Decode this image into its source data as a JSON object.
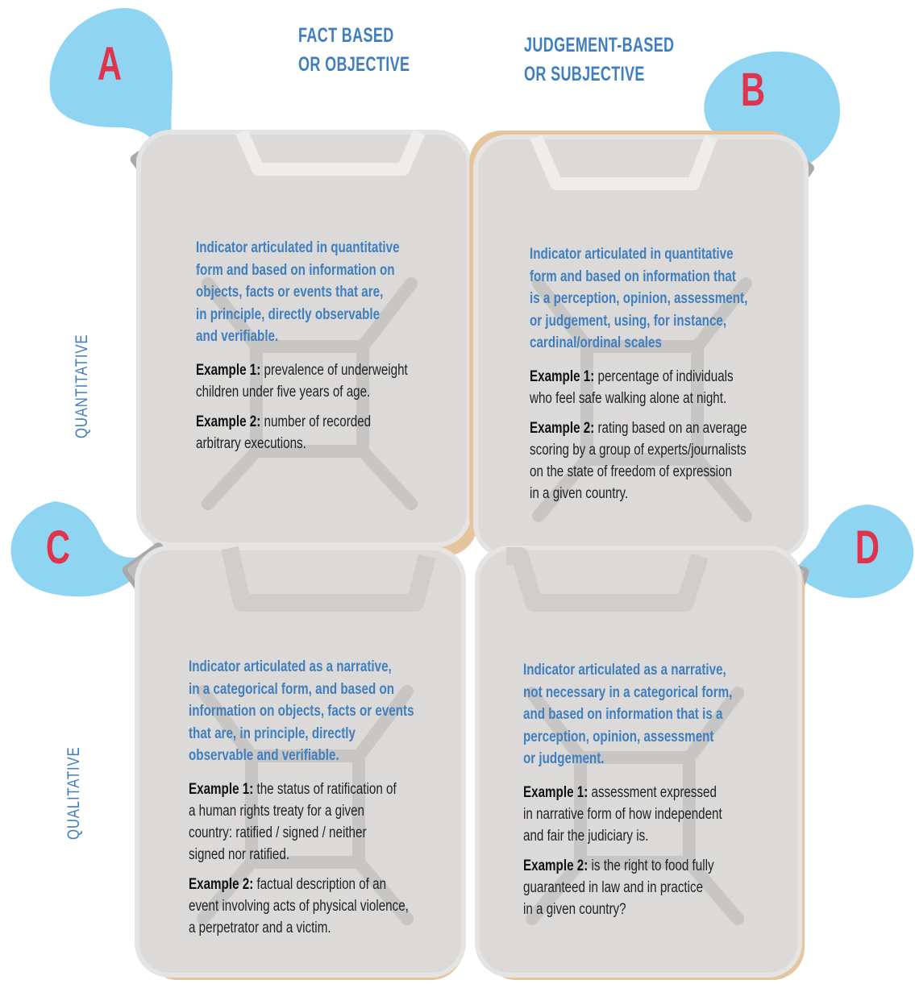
{
  "columns": {
    "left": [
      "FACT BASED",
      "OR OBJECTIVE"
    ],
    "right": [
      "JUDGEMENT-BASED",
      "OR SUBJECTIVE"
    ]
  },
  "rows": {
    "top": "QUANTITATIVE",
    "bottom": "QUALITATIVE"
  },
  "colors": {
    "header_blue": "#3f7fc0",
    "letter_red": "#e2334c",
    "bubble_blue": "#8fd5f2",
    "can_gray": "#dcdad8",
    "can_tan": "#e5c49e",
    "cap_gray": "#a9a9a9"
  },
  "cards": [
    {
      "letter": "A",
      "description": [
        "Indicator articulated in quantitative",
        "form and based on information on",
        "objects, facts or events that are,",
        "in principle, directly observable",
        "and verifiable."
      ],
      "examples": [
        {
          "label": "Example 1:",
          "text": [
            "prevalence of underweight",
            "children under five years of age."
          ]
        },
        {
          "label": "Example 2:",
          "text": [
            "number of recorded",
            "arbitrary executions."
          ]
        }
      ]
    },
    {
      "letter": "B",
      "description": [
        "Indicator articulated in quantitative",
        "form and based on information that",
        "is a perception, opinion, assessment,",
        "or judgement, using, for instance,",
        "cardinal/ordinal scales"
      ],
      "examples": [
        {
          "label": "Example 1:",
          "text": [
            "percentage of individuals",
            "who feel safe walking alone at night."
          ]
        },
        {
          "label": "Example 2:",
          "text": [
            "rating based on an average",
            "scoring by a group of experts/journalists",
            "on the state of freedom of expression",
            "in a given country."
          ]
        }
      ]
    },
    {
      "letter": "C",
      "description": [
        "Indicator articulated as a narrative,",
        "in a categorical form, and based on",
        "information on objects, facts or events",
        "that are, in principle, directly",
        "observable and verifiable."
      ],
      "examples": [
        {
          "label": "Example 1:",
          "text": [
            "the status of ratification of",
            "a human rights treaty for a given",
            "country: ratified / signed / neither",
            "signed nor ratified."
          ]
        },
        {
          "label": "Example 2:",
          "text": [
            "factual description of an",
            "event involving acts of physical violence,",
            "a perpetrator and a victim."
          ]
        }
      ]
    },
    {
      "letter": "D",
      "description": [
        "Indicator articulated as a narrative,",
        "not necessary in a categorical form,",
        "and based on information that is a",
        "perception, opinion, assessment",
        "or judgement."
      ],
      "examples": [
        {
          "label": "Example 1:",
          "text": [
            "assessment expressed",
            "in narrative form of how independent",
            "and fair the judiciary is."
          ]
        },
        {
          "label": "Example 2:",
          "text": [
            "is the right to food fully",
            "guaranteed in law and in practice",
            "in a given country?"
          ]
        }
      ]
    }
  ]
}
